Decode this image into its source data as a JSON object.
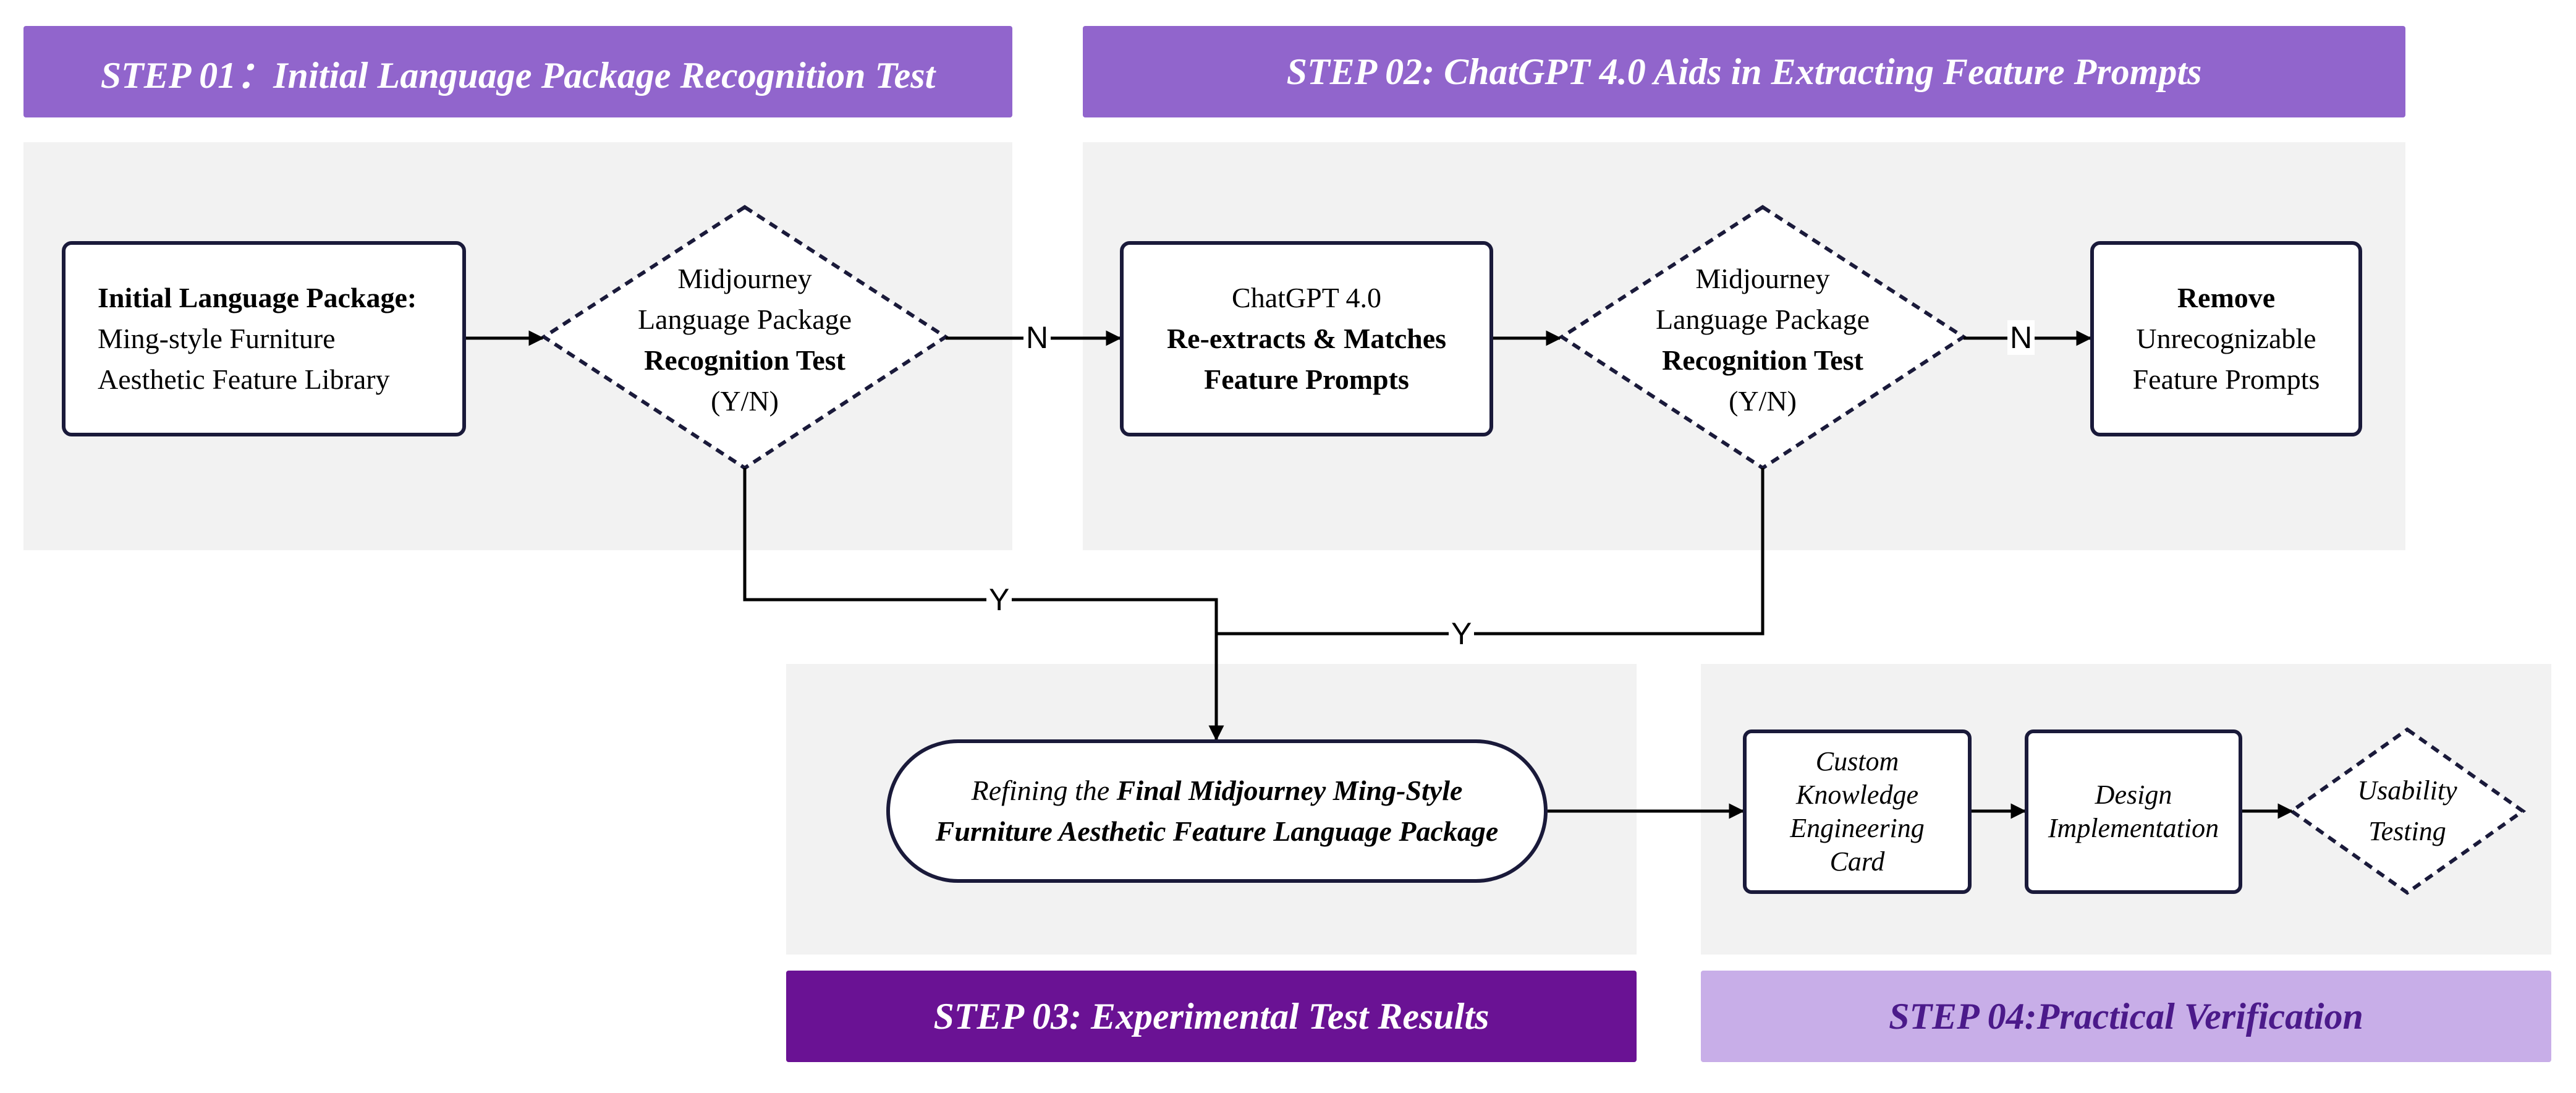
{
  "steps": {
    "s1": "STEP 01：Initial Language Package Recognition Test",
    "s2": "STEP 02: ChatGPT 4.0 Aids in Extracting Feature Prompts",
    "s3": "STEP 03: Experimental Test Results",
    "s4": "STEP 04:Practical Verification"
  },
  "nodes": {
    "initial": {
      "title": "Initial Language Package:",
      "line2": "Ming-style Furniture",
      "line3": "Aesthetic Feature Library"
    },
    "test1": {
      "line1": "Midjourney",
      "line2": "Language Package",
      "line3": "Recognition Test",
      "line4": "(Y/N)"
    },
    "chatgpt": {
      "line1": "ChatGPT 4.0",
      "line2": "Re-extracts & Matches",
      "line3": "Feature Prompts"
    },
    "test2": {
      "line1": "Midjourney",
      "line2": "Language Package",
      "line3": "Recognition Test",
      "line4": "(Y/N)"
    },
    "remove": {
      "line1": "Remove",
      "line2": "Unrecognizable",
      "line3": "Feature Prompts"
    },
    "final": {
      "line1_plain": "Refining the ",
      "line1_bold": "Final Midjourney Ming-Style",
      "line2": "Furniture Aesthetic Feature Language Package"
    },
    "card": {
      "line1": "Custom",
      "line2": "Knowledge",
      "line3": "Engineering",
      "line4": "Card"
    },
    "design": {
      "line1": "Design",
      "line2": "Implementation"
    },
    "usability": {
      "line1": "Usability",
      "line2": "Testing"
    }
  },
  "edge_labels": {
    "n1": "N",
    "n2": "N",
    "y1": "Y",
    "y2": "Y"
  },
  "colors": {
    "step_purple": "#9165cc",
    "step3_purple": "#6a1294",
    "step4_lavender": "#c8aee8",
    "step4_text": "#4b1a8a",
    "panel_grey": "#f2f2f2",
    "outline": "#1a1a3a"
  }
}
